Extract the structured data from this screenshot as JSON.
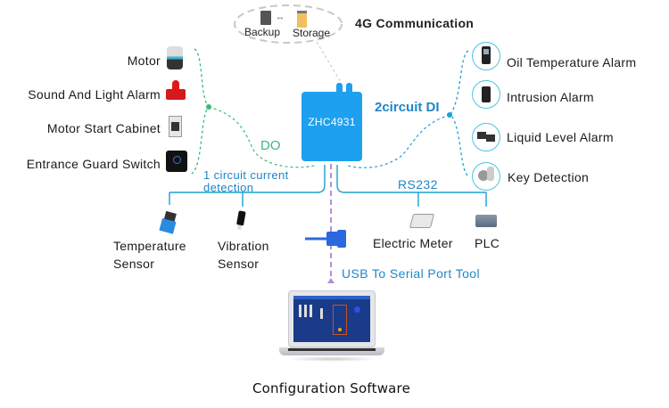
{
  "cloud": {
    "backup_label": "Backup",
    "storage_label": "Storage",
    "comm_label": "4G Communication"
  },
  "device": {
    "model": "ZHC4931",
    "color": "#1ea0f0"
  },
  "do_group": {
    "label": "DO",
    "items": [
      {
        "label": "Motor",
        "icon": "motor-icon"
      },
      {
        "label": "Sound And Light Alarm",
        "icon": "sound-light-alarm-icon"
      },
      {
        "label": "Motor Start Cabinet",
        "icon": "motor-start-cabinet-icon"
      },
      {
        "label": "Entrance Guard Switch",
        "icon": "entrance-guard-switch-icon"
      }
    ]
  },
  "di_group": {
    "label": "2circuit DI",
    "items": [
      {
        "label": "Oil Temperature Alarm",
        "icon": "oil-temperature-alarm-icon"
      },
      {
        "label": "Intrusion Alarm",
        "icon": "intrusion-alarm-icon"
      },
      {
        "label": "Liquid Level Alarm",
        "icon": "liquid-level-alarm-icon"
      },
      {
        "label": "Key Detection",
        "icon": "key-detection-icon"
      }
    ]
  },
  "current_group": {
    "label_line1": "1 circuit current",
    "label_line2": "detection",
    "items": [
      {
        "line1": "Temperature",
        "line2": "Sensor",
        "icon": "temperature-sensor-icon"
      },
      {
        "line1": "Vibration",
        "line2": "Sensor",
        "icon": "vibration-sensor-icon"
      }
    ]
  },
  "rs232_group": {
    "label": "RS232",
    "items": [
      {
        "label": "Electric Meter",
        "icon": "electric-meter-icon"
      },
      {
        "label": "PLC",
        "icon": "plc-icon"
      }
    ]
  },
  "usb": {
    "label": "USB To Serial Port Tool"
  },
  "software": {
    "label": "Configuration Software"
  },
  "colors": {
    "do_line": "#3cb87a",
    "di_line": "#1ea0d8",
    "bus_line": "#1e9fd0",
    "usb_line": "#b38fd0"
  }
}
